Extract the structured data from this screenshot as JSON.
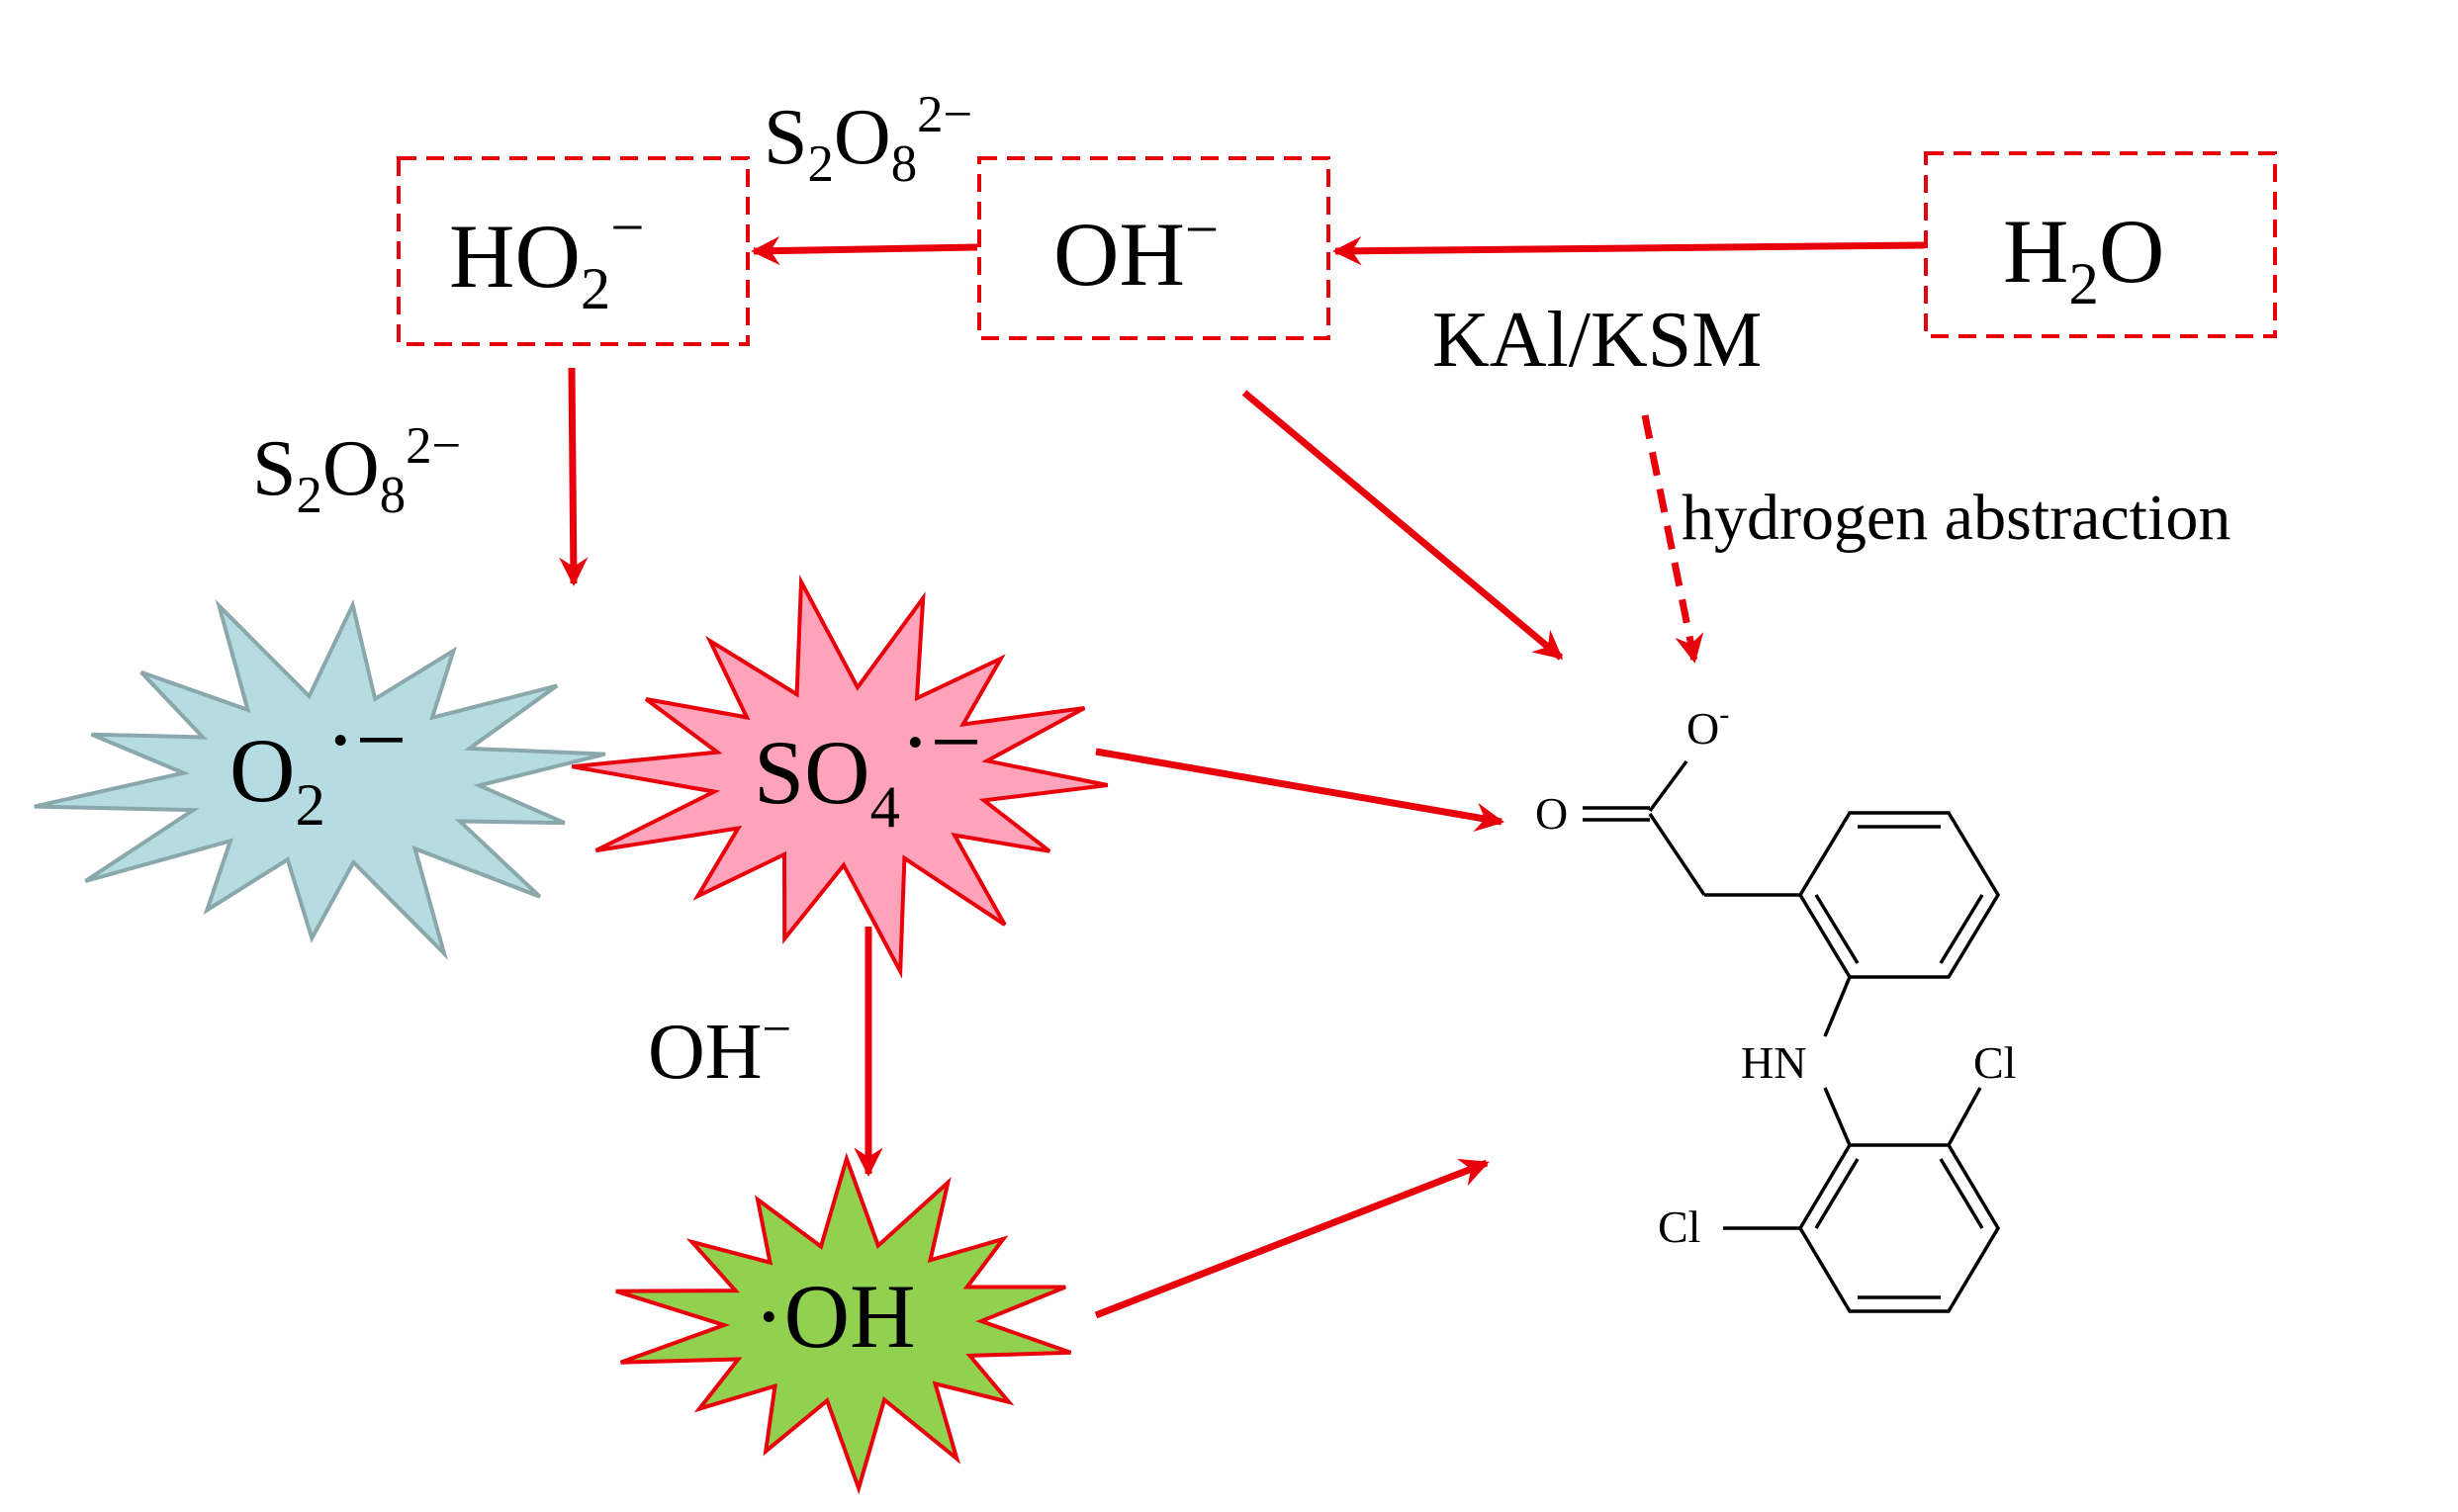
{
  "species": {
    "ho2": {
      "main": "HO",
      "sub": "2",
      "sup": "−"
    },
    "oh_box": {
      "main": "OH",
      "sup": "−"
    },
    "h2o": {
      "main": "H",
      "sub": "2",
      "rest": "O"
    },
    "o2_radical": {
      "main": "O",
      "sub": "2",
      "rest": "·−"
    },
    "so4_radical": {
      "main": "SO",
      "sub": "4",
      "rest": "·−"
    },
    "oh_radical": {
      "text": "·OH"
    }
  },
  "reagents": {
    "persulfate_top": {
      "main": "S",
      "sub1": "2",
      "mid": "O",
      "sub2": "8",
      "sup": "2−"
    },
    "persulfate_left": {
      "main": "S",
      "sub1": "2",
      "mid": "O",
      "sub2": "8",
      "sup": "2−"
    },
    "oh_label": {
      "main": "OH",
      "sup": "−"
    },
    "catalyst": "KAl/KSM",
    "hydrogen_abstraction": "hydrogen  abstraction"
  },
  "molecule": {
    "atoms": {
      "o_minus": {
        "main": "O",
        "sup": "-"
      },
      "o_double": "O",
      "hn": "HN",
      "cl_top": "Cl",
      "cl_bottom": "Cl"
    }
  },
  "colors": {
    "arrow": "#e8000a",
    "o2_fill": "#b5dce0",
    "o2_stroke": "#8aa8ac",
    "so4_fill": "#ffa3bb",
    "so4_stroke": "#e8000a",
    "oh_fill": "#92d050",
    "oh_stroke": "#e8000a",
    "oh_radical_text": "#e8000a"
  }
}
